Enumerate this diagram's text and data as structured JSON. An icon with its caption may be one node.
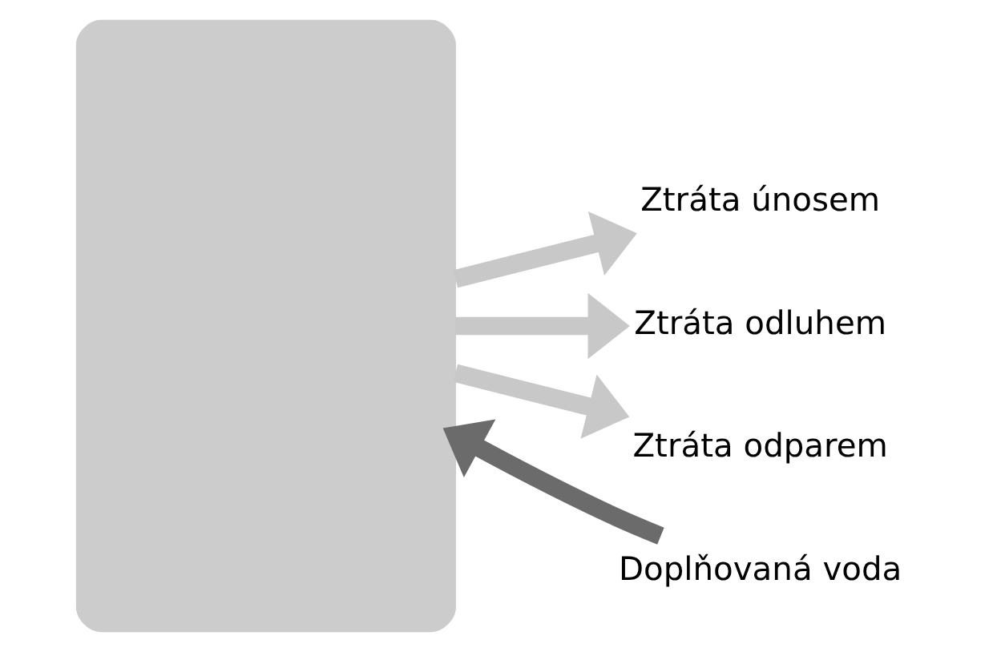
{
  "diagram": {
    "nodes": [
      {
        "text": [],
        "shape": "box"
      },
      {
        "text": [
          "Ztráta únosem"
        ]
      },
      {
        "text": [
          "Ztráta odluhem"
        ]
      },
      {
        "text": [
          "Ztráta odparem"
        ]
      },
      {
        "text": [
          "Doplňovaná voda"
        ]
      }
    ],
    "edges": [
      {
        "from": 0,
        "to": 1,
        "arrow": "to"
      },
      {
        "from": 0,
        "to": 2,
        "arrow": "to"
      },
      {
        "from": 0,
        "to": 3,
        "arrow": "to"
      },
      {
        "from": 4,
        "to": 0,
        "arrow": "to",
        "color": "#6b6b6b"
      }
    ]
  }
}
